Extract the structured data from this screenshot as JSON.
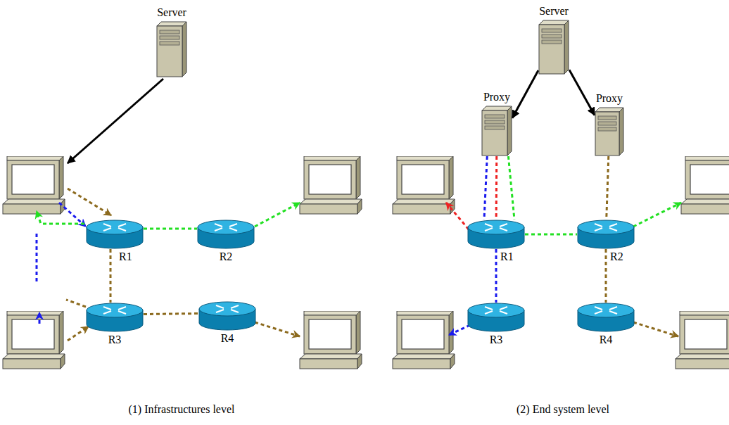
{
  "diagram": {
    "nodes": [
      {
        "text": [
          "Server"
        ]
      },
      {
        "text": [
          "R1"
        ]
      },
      {
        "text": [
          "R2"
        ]
      },
      {
        "text": [
          "R3"
        ]
      },
      {
        "text": [
          "R4"
        ]
      },
      {
        "text": [
          "Server"
        ]
      },
      {
        "text": [
          "Proxy"
        ]
      },
      {
        "text": [
          "Proxy"
        ]
      },
      {
        "text": [
          "R1"
        ]
      },
      {
        "text": [
          "R2"
        ]
      },
      {
        "text": [
          "R3"
        ]
      },
      {
        "text": [
          "R4"
        ]
      }
    ],
    "edges": [
      {
        "from": 1,
        "to": 2,
        "arrow": "none"
      },
      {
        "from": 1,
        "to": 3,
        "arrow": "none"
      },
      {
        "from": 3,
        "to": 4,
        "arrow": "none"
      },
      {
        "from": 5,
        "to": 6,
        "arrow": "to"
      },
      {
        "from": 5,
        "to": 7,
        "arrow": "to"
      },
      {
        "from": 6,
        "to": 8,
        "arrow": "none"
      },
      {
        "from": 6,
        "to": 8,
        "arrow": "none"
      },
      {
        "from": 6,
        "to": 8,
        "arrow": "none"
      },
      {
        "from": 7,
        "to": 9,
        "arrow": "none"
      },
      {
        "from": 8,
        "to": 9,
        "arrow": "none"
      },
      {
        "from": 8,
        "to": 10,
        "arrow": "none"
      },
      {
        "from": 9,
        "to": 11,
        "arrow": "none"
      }
    ],
    "labels": [
      "(1) Infrastructures level",
      "(2) End system level"
    ]
  }
}
